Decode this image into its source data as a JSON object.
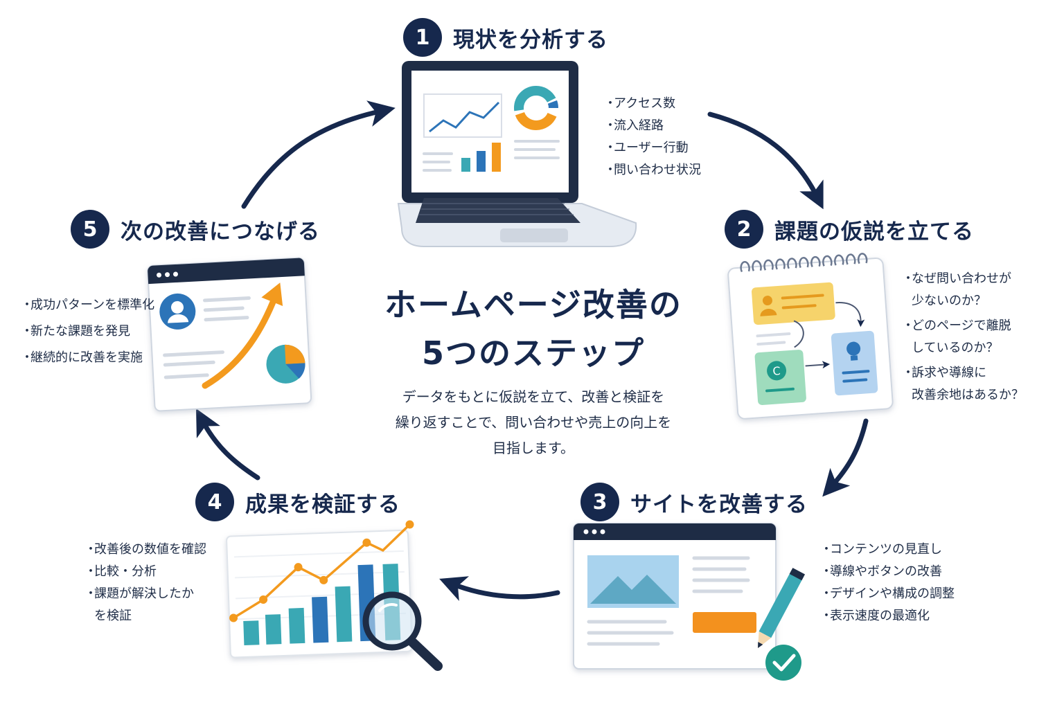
{
  "title": {
    "line1": "ホームページ改善の",
    "line2": "5つのステップ"
  },
  "description": {
    "line1": "データをもとに仮説を立て、改善と検証を",
    "line2": "繰り返すことで、問い合わせや売上の向上を",
    "line3": "目指します。"
  },
  "steps": [
    {
      "number": "1",
      "title": "現状を分析する",
      "bullets": [
        "アクセス数",
        "流入経路",
        "ユーザー行動",
        "問い合わせ状況"
      ]
    },
    {
      "number": "2",
      "title": "課題の仮説を立てる",
      "bullets": [
        "なぜ問い合わせが\n少ないのか？",
        "どのページで離脱\nしているのか？",
        "訴求や導線に\n改善余地はあるか？"
      ]
    },
    {
      "number": "3",
      "title": "サイトを改善する",
      "bullets": [
        "コンテンツの見直し",
        "導線やボタンの改善",
        "デザインや構成の調整",
        "表示速度の最適化"
      ]
    },
    {
      "number": "4",
      "title": "成果を検証する",
      "bullets": [
        "改善後の数値を確認",
        "比較・分析",
        "課題が解決したか\nを検証"
      ]
    },
    {
      "number": "5",
      "title": "次の改善につなげる",
      "bullets": [
        "成功パターンを標準化",
        "新たな課題を発見",
        "継続的に改善を実施"
      ]
    }
  ],
  "icons": {
    "step1": "laptop-dashboard-icon",
    "step2": "notepad-hypothesis-icon",
    "step3": "webpage-edit-icon",
    "step4": "chart-magnifier-icon",
    "step5": "growth-browser-icon"
  },
  "colors": {
    "navy": "#16284d",
    "orange": "#f39a1e",
    "teal": "#3aa8b4",
    "blue": "#2c74b8",
    "green": "#1f9a8a"
  }
}
